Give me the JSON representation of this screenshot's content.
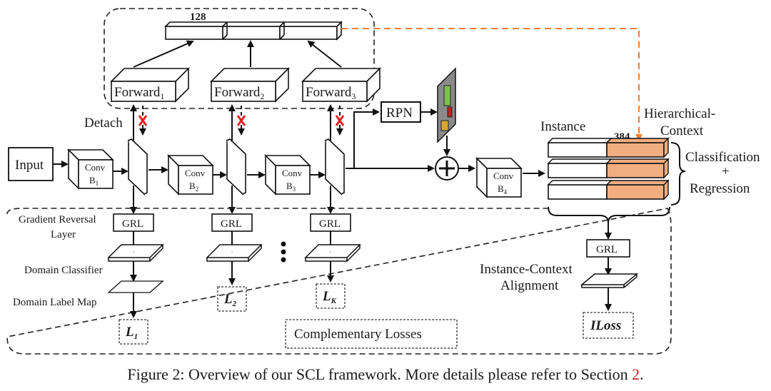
{
  "top_group": {
    "feature_dim": "128",
    "forward_blocks": [
      {
        "label": "Forward",
        "sub": "1"
      },
      {
        "label": "Forward",
        "sub": "2"
      },
      {
        "label": "Forward",
        "sub": "3"
      }
    ]
  },
  "detach_label": "Detach",
  "input_label": "Input",
  "conv_blocks": [
    {
      "label": "Conv",
      "sub": "B",
      "idx": "1"
    },
    {
      "label": "Conv",
      "sub": "B",
      "idx": "2"
    },
    {
      "label": "Conv",
      "sub": "B",
      "idx": "3"
    },
    {
      "label": "Conv",
      "sub": "B",
      "idx": "4"
    }
  ],
  "rpn_label": "RPN",
  "instance_label": "Instance",
  "context_dim": "384",
  "hierarchical_context_label": [
    "Hierarchical-",
    "Context"
  ],
  "cls_reg_label": [
    "Classification",
    "+",
    "Regression"
  ],
  "bottom_group": {
    "grl_label": "GRL",
    "gradient_reversal_label": [
      "Gradient Reversal",
      "Layer"
    ],
    "domain_classifier_label": "Domain Classifier",
    "domain_label_map_label": "Domain Label Map",
    "losses": [
      {
        "name": "L",
        "sub": "1"
      },
      {
        "name": "L",
        "sub": "2"
      },
      {
        "name": "L",
        "sub": "K"
      }
    ],
    "complementary_losses_label": "Complementary Losses",
    "instance_context_label": [
      "Instance-Context",
      "Alignment"
    ],
    "iloss_label": "ILoss"
  },
  "colors": {
    "context_fill": "#f2ad80",
    "context_arrow": "#e8803a",
    "detach_x": "#e82020",
    "caption_ref": "#d62020",
    "feature_map_bg": "#8a8a8a",
    "box_green": "#7ec050",
    "box_red": "#c02020",
    "box_yellow": "#d8a830"
  },
  "caption": {
    "text": "Figure 2: Overview of our SCL framework. More details please refer to Section ",
    "ref": "2",
    "end": "."
  }
}
